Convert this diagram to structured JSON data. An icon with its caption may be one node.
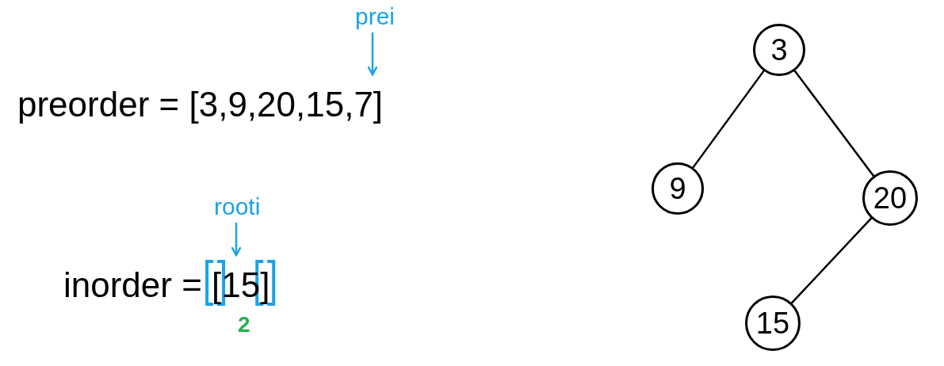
{
  "diagram": {
    "nodes": [
      {
        "text": [
          "prei"
        ]
      },
      {
        "text": [
          "rooti"
        ]
      },
      {
        "text": [
          "3"
        ]
      },
      {
        "text": [
          "9"
        ]
      },
      {
        "text": [
          "20"
        ]
      },
      {
        "text": [
          "15"
        ]
      },
      {
        "text": [
          "preorder = [3,9,20,15,7]"
        ]
      },
      {
        "text": [
          "inorder = [15]"
        ]
      }
    ],
    "edges": [
      {
        "from": 0,
        "to": 6,
        "arrow": "to",
        "color": "#1aa3e8"
      },
      {
        "from": 1,
        "to": 7,
        "arrow": "to",
        "color": "#1aa3e8"
      },
      {
        "from": 2,
        "to": 3,
        "arrow": "none"
      },
      {
        "from": 2,
        "to": 4,
        "arrow": "none"
      },
      {
        "from": 4,
        "to": 5,
        "arrow": "none"
      }
    ],
    "labels": [
      "2"
    ]
  }
}
